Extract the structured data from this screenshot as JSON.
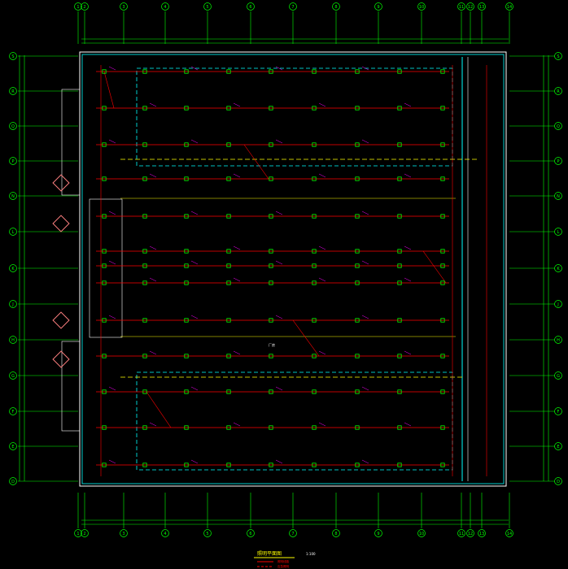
{
  "colors": {
    "background": "#000000",
    "grid": "#00ff00",
    "wall": "#ffffff",
    "cyan": "#00ffff",
    "yellow": "#ffff00",
    "red": "#ff0000",
    "magenta": "#ff00ff",
    "fixture": "#00ff00"
  },
  "axes": {
    "columns": [
      "1",
      "2",
      "3",
      "4",
      "5",
      "6",
      "7",
      "8",
      "9",
      "10",
      "11",
      "12",
      "13",
      "14"
    ],
    "rows": [
      "S",
      "R",
      "Q",
      "P",
      "N",
      "L",
      "K",
      "J",
      "H",
      "G",
      "F",
      "E",
      "D",
      "A"
    ]
  },
  "legend": {
    "title": "照明平面图",
    "scale": "1:100",
    "entries": [
      "照明线路",
      "应急照明"
    ]
  },
  "annotations": {
    "hall_label": "厂房"
  }
}
